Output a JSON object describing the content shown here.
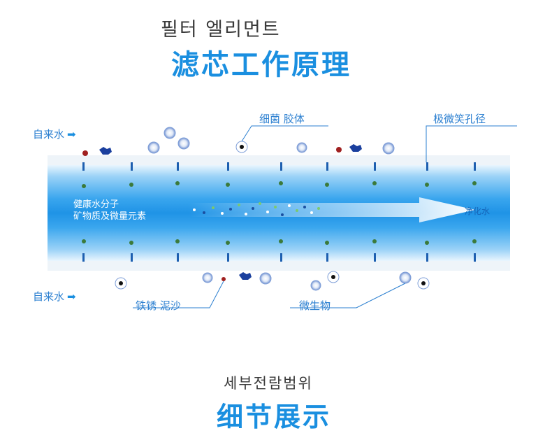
{
  "header": {
    "subtitle_kr": "필터 엘리먼트",
    "title_zh": "滤芯工作原理"
  },
  "diagram": {
    "label_tap_water_top": "自来水",
    "label_tap_water_bottom": "自来水",
    "label_bacteria_colloid": "细菌 胶体",
    "label_micropores": "极微笑孔径",
    "label_rust_sand": "铁锈 泥沙",
    "label_microbes": "微生物",
    "inner_text_line1": "健康水分子",
    "inner_text_line2": "矿物质及微量元素",
    "label_clean_water": "净化水",
    "arrow_glyph": "➡",
    "colors": {
      "accent": "#1a8fe0",
      "pipe_light": "#d8eefc",
      "pipe_mid": "#5ab8f2",
      "pipe_dark": "#1a86dc"
    }
  },
  "footer": {
    "subtitle_kr": "세부전람범위",
    "title_zh": "细节展示"
  }
}
